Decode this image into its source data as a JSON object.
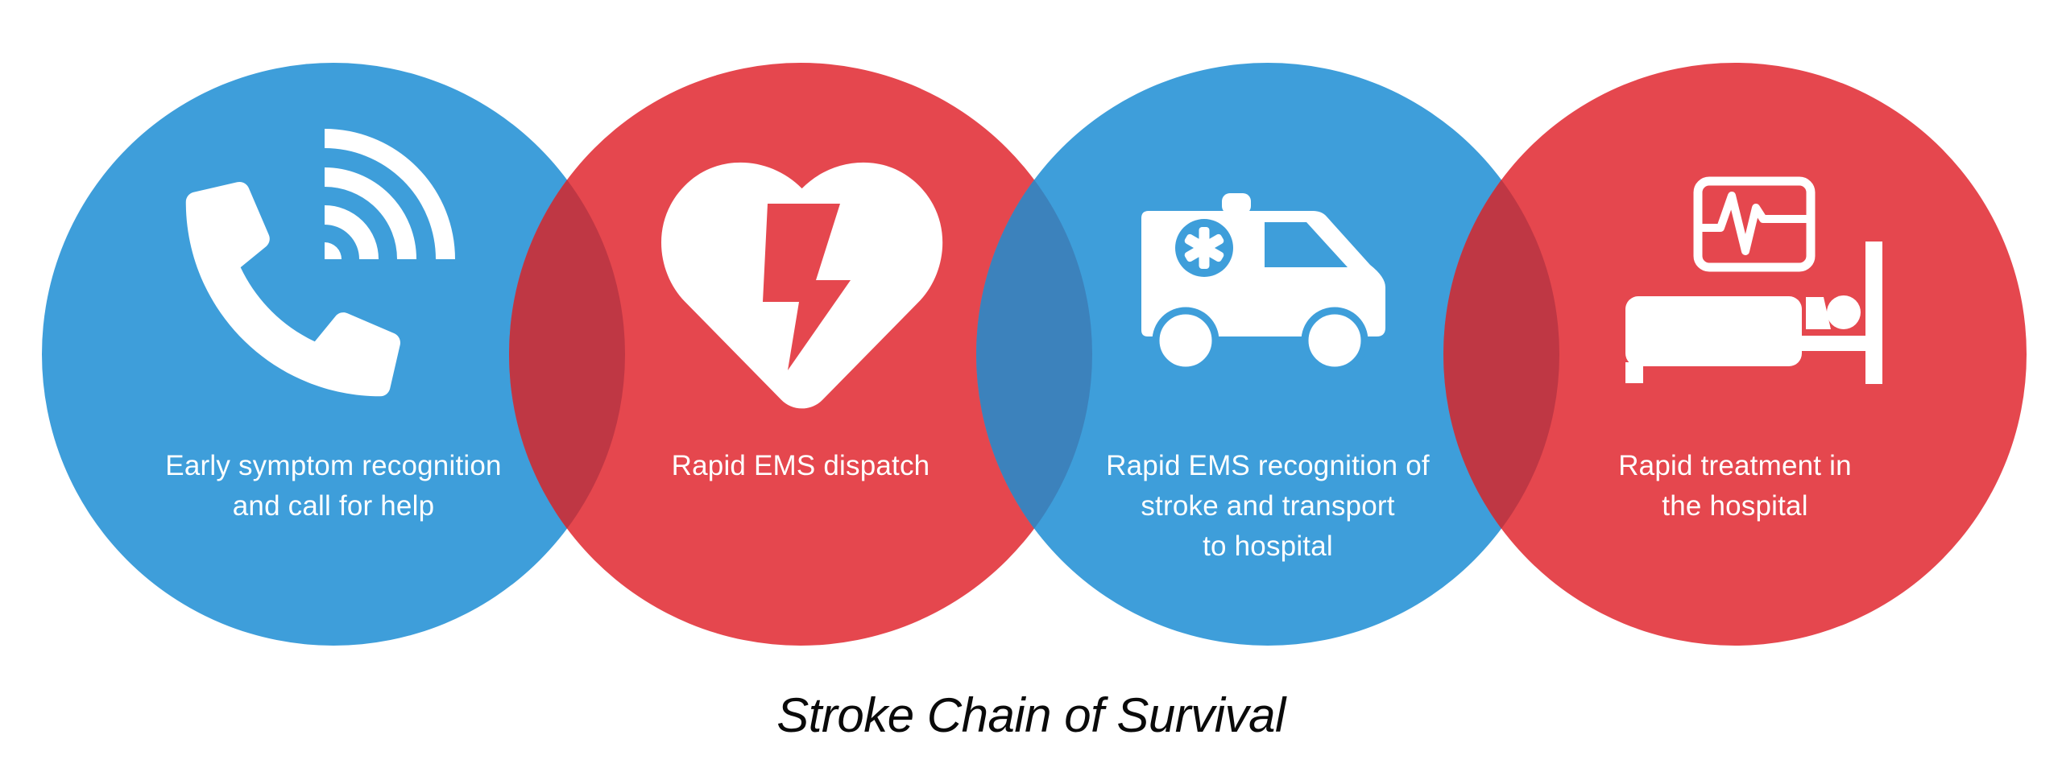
{
  "title": "Stroke Chain of Survival",
  "colors": {
    "circle_blue": "#3E9EDA",
    "circle_red": "#E5474E",
    "overlap_dark_red": "#BF3744",
    "overlap_dark_blue": "#3C82BC",
    "icon_white": "#FFFFFF",
    "title_text": "#0A0A0A",
    "label_text": "#FFFFFF"
  },
  "steps": [
    {
      "label": "Early symptom recognition\nand call for help",
      "icon": "phone-call-icon",
      "circle_color": "blue"
    },
    {
      "label": "Rapid EMS dispatch",
      "icon": "defibrillator-heart-icon",
      "circle_color": "red"
    },
    {
      "label": "Rapid EMS recognition of\nstroke and transport\nto hospital",
      "icon": "ambulance-icon",
      "circle_color": "blue"
    },
    {
      "label": "Rapid treatment in\nthe hospital",
      "icon": "hospital-bed-icon",
      "circle_color": "red"
    }
  ]
}
